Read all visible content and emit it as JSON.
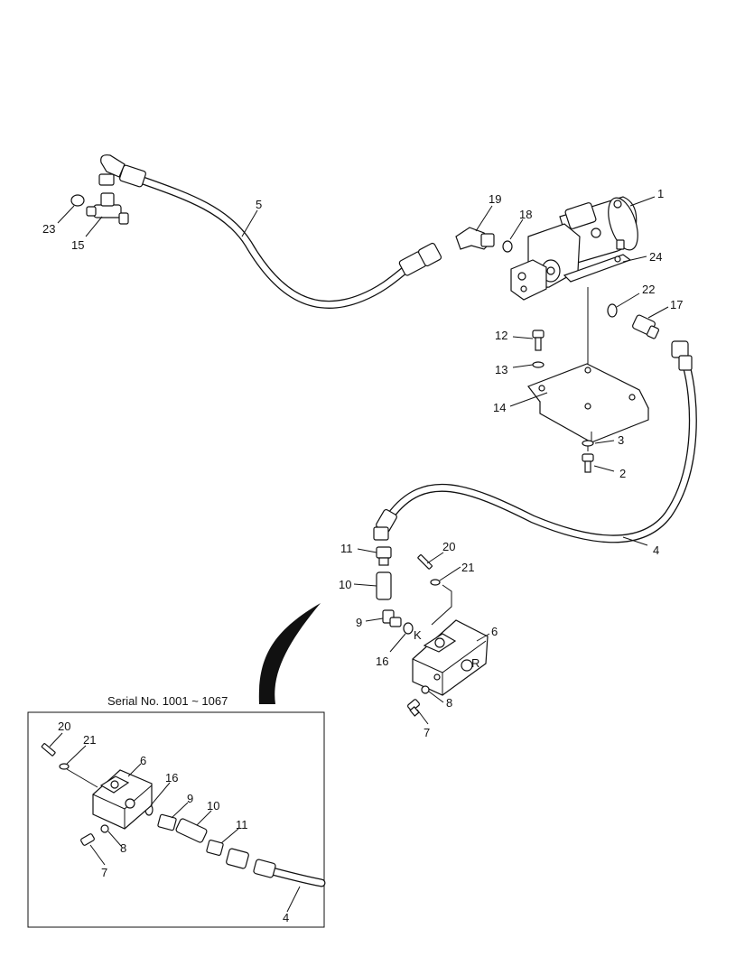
{
  "inset": {
    "caption": "Serial No. 1001 ~ 1067"
  },
  "callouts": {
    "c1": "1",
    "c24": "24",
    "c19": "19",
    "c18": "18",
    "c22": "22",
    "c17": "17",
    "c5": "5",
    "c23": "23",
    "c15": "15",
    "c12": "12",
    "c13": "13",
    "c14": "14",
    "c3": "3",
    "c2": "2",
    "c4": "4",
    "c11": "11",
    "c10": "10",
    "c9": "9",
    "c16": "16",
    "c20": "20",
    "c21": "21",
    "c6": "6",
    "c8": "8",
    "c7": "7"
  },
  "inset_callouts": {
    "c20": "20",
    "c21": "21",
    "c6": "6",
    "c16": "16",
    "c9": "9",
    "c10": "10",
    "c11": "11",
    "c8": "8",
    "c7": "7",
    "c4": "4"
  },
  "block_ports": {
    "k": "K",
    "r": "R"
  }
}
